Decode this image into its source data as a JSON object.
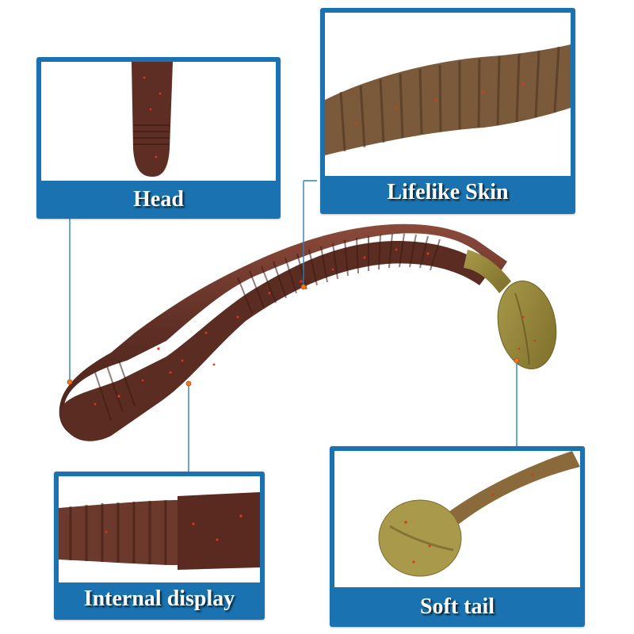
{
  "callouts": {
    "head": "Head",
    "lifelike_skin": "Lifelike Skin",
    "internal_display": "Internal display",
    "soft_tail": "Soft tail"
  },
  "colors": {
    "frame": "#1a73b0",
    "lure_body": "#6b3a2c",
    "lure_tail": "#9a8a3c",
    "flake": "#d83a1a",
    "leader_line": "#2a7fc0",
    "marker_dot": "#f07a1a"
  }
}
